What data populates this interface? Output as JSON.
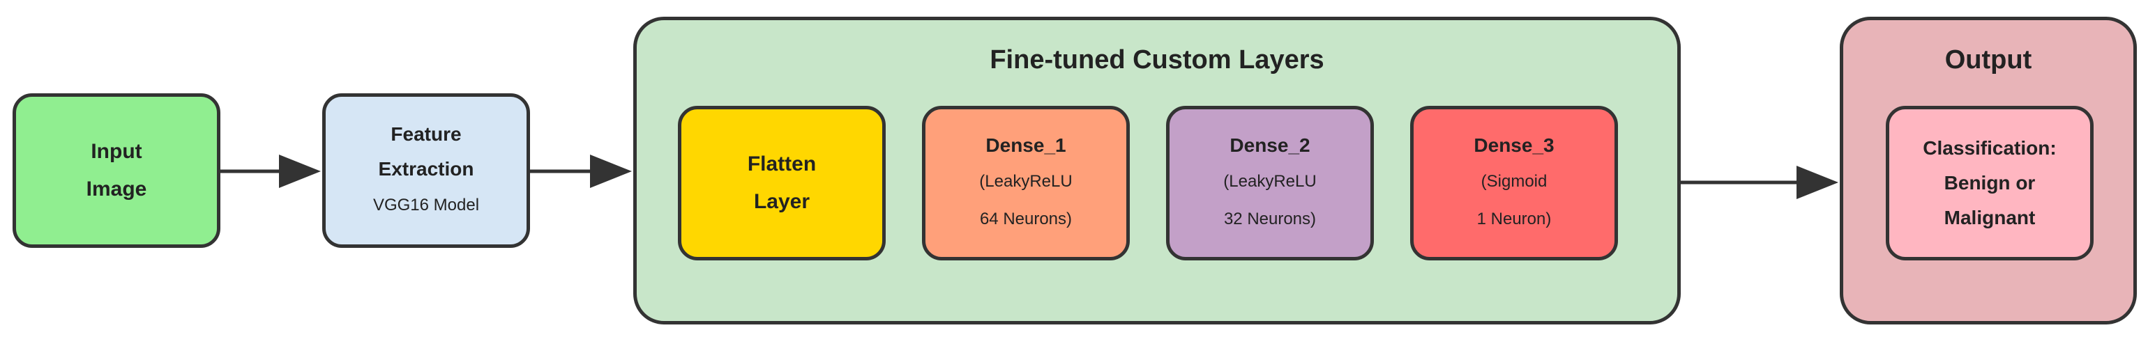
{
  "colors": {
    "input": "#90EE90",
    "feature": "#D6E6F5",
    "custom_group": "#C8E6C9",
    "flatten": "#FFD700",
    "dense_1": "#FFA07A",
    "dense_2": "#C3A0C8",
    "dense_3": "#FF6B6B",
    "output_group": "#E8B4B8",
    "classification": "#FFB6C1",
    "stroke": "#333333"
  },
  "input_image": {
    "line1": "Input",
    "line2": "Image"
  },
  "feature_extraction": {
    "line1": "Feature",
    "line2": "Extraction",
    "line3": "VGG16 Model"
  },
  "custom_layers": {
    "title": "Fine-tuned Custom Layers",
    "flatten": {
      "line1": "Flatten",
      "line2": "Layer"
    },
    "dense_1": {
      "title": "Dense_1",
      "line1": "(LeakyReLU",
      "line2": "64 Neurons)"
    },
    "dense_2": {
      "title": "Dense_2",
      "line1": "(LeakyReLU",
      "line2": "32 Neurons)"
    },
    "dense_3": {
      "title": "Dense_3",
      "line1": "(Sigmoid",
      "line2": "1 Neuron)"
    }
  },
  "output": {
    "title": "Output",
    "classification": {
      "line1": "Classification:",
      "line2": "Benign or",
      "line3": "Malignant"
    }
  }
}
